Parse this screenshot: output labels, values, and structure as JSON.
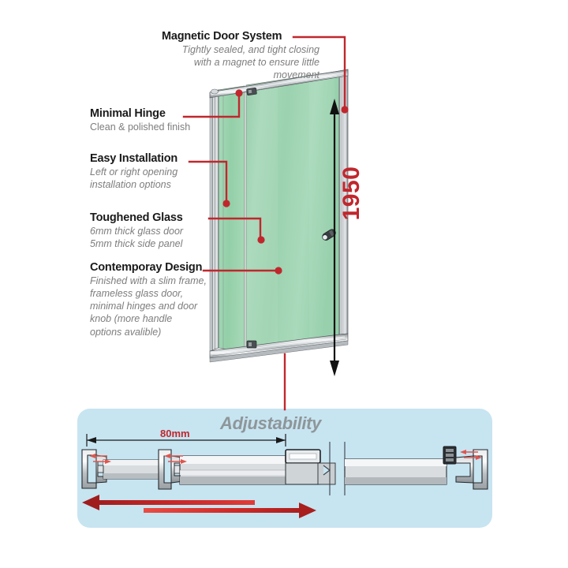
{
  "document": {
    "type": "product-feature-diagram",
    "subject": "Framed pivot shower door",
    "background_color": "#ffffff",
    "accent_color": "#c0272d",
    "glass_color": "#9fd3b2",
    "panel_color": "#c7e4f1"
  },
  "callouts": [
    {
      "id": "magnetic-door-system",
      "title": "Magnetic Door System",
      "lines": [
        "Tightly sealed, and tight closing",
        "with a magnet to ensure little",
        "movement"
      ],
      "italic": true,
      "align": "right"
    },
    {
      "id": "minimal-hinge",
      "title": "Minimal Hinge",
      "lines": [
        "Clean & polished finish"
      ],
      "italic": false,
      "align": "left"
    },
    {
      "id": "easy-installation",
      "title": "Easy Installation",
      "lines": [
        "Left or right opening",
        "installation options"
      ],
      "italic": true,
      "align": "left"
    },
    {
      "id": "toughened-glass",
      "title": "Toughened Glass",
      "lines": [
        "6mm thick glass door",
        "5mm thick side panel"
      ],
      "italic": true,
      "align": "left"
    },
    {
      "id": "contemporay-design",
      "title": "Contemporay Design",
      "lines": [
        "Finished with a slim frame,",
        "frameless glass door,",
        "minimal hinges and door",
        "knob (more handle",
        "options avalible)"
      ],
      "italic": true,
      "align": "left"
    }
  ],
  "dimensions": {
    "height_label": "1950",
    "height_label_color": "#c0272d",
    "height_orientation": "vertical",
    "adjustability_label": "80mm",
    "adjustability_label_color": "#c0272d"
  },
  "adjustability_panel": {
    "title": "Adjustability",
    "title_color": "#8e9699",
    "background": "#c7e4f1"
  },
  "icons": {
    "door_knob": "knob-icon",
    "hinge_top": "hinge-icon",
    "hinge_bottom": "hinge-icon",
    "dimension_arrow_vertical": "double-arrow-icon",
    "dimension_arrow_80mm": "double-arrow-icon",
    "adjust_arrow_left": "arrow-left-icon",
    "adjust_arrow_right": "arrow-right-icon",
    "break_symbol": "break-line-icon"
  }
}
